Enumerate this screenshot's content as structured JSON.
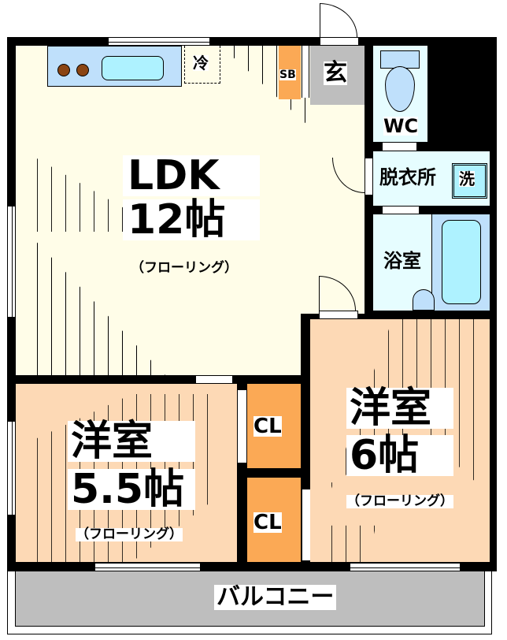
{
  "floor_plan": {
    "rooms": {
      "ldk": {
        "name": "LDK",
        "size": "12帖",
        "flooring": "（フローリング）"
      },
      "kitchen_fridge": {
        "label": "冷"
      },
      "shoe_box": {
        "label": "SB"
      },
      "entrance": {
        "label": "玄"
      },
      "toilet": {
        "label": "WC"
      },
      "dressing": {
        "label": "脱衣所"
      },
      "washer": {
        "label": "洗"
      },
      "bath": {
        "label": "浴室"
      },
      "western_a": {
        "name": "洋室",
        "size": "5.5帖",
        "flooring": "（フローリング）"
      },
      "western_b": {
        "name": "洋室",
        "size": "6帖",
        "flooring": "（フローリング）"
      },
      "closet_1": {
        "label": "CL"
      },
      "closet_2": {
        "label": "CL"
      },
      "balcony": {
        "label": "バルコニー"
      }
    },
    "colors": {
      "wall": "#000000",
      "ldk_floor": "#fffde8",
      "western_floor": "#fdd9b5",
      "closet": "#fba955",
      "entrance": "#bebebe",
      "wet_area": "#e6fdff",
      "fixture_blue": "#bfe0fb",
      "tub_cyan": "#aef2ff",
      "stove_brown": "#8b4513",
      "balcony": "#bebebe"
    }
  }
}
